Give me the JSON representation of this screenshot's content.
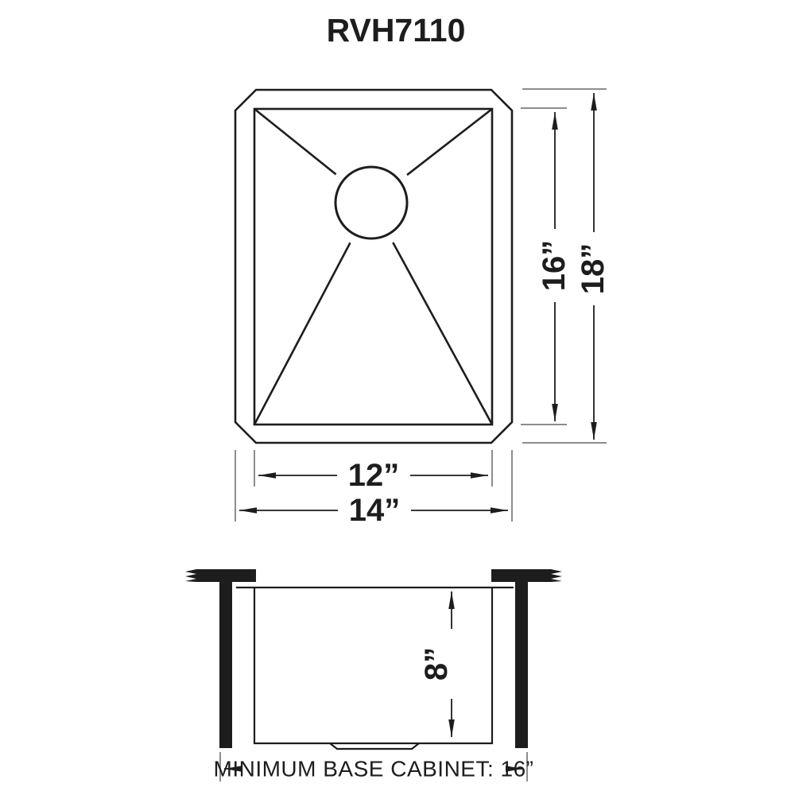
{
  "title": "RVH7110",
  "colors": {
    "line": "#1d1d1d",
    "extension": "#8d8d8d",
    "background": "#ffffff"
  },
  "top_view": {
    "description": "sink top view with drain",
    "labels": {
      "inner_width": "12”",
      "overall_width": "14”",
      "inner_depth": "16”",
      "overall_depth": "18”"
    }
  },
  "section_view": {
    "description": "sink front section view under countertop",
    "labels": {
      "bowl_depth": "8”",
      "base_cabinet": "MINIMUM BASE CABINET: 16”"
    }
  }
}
